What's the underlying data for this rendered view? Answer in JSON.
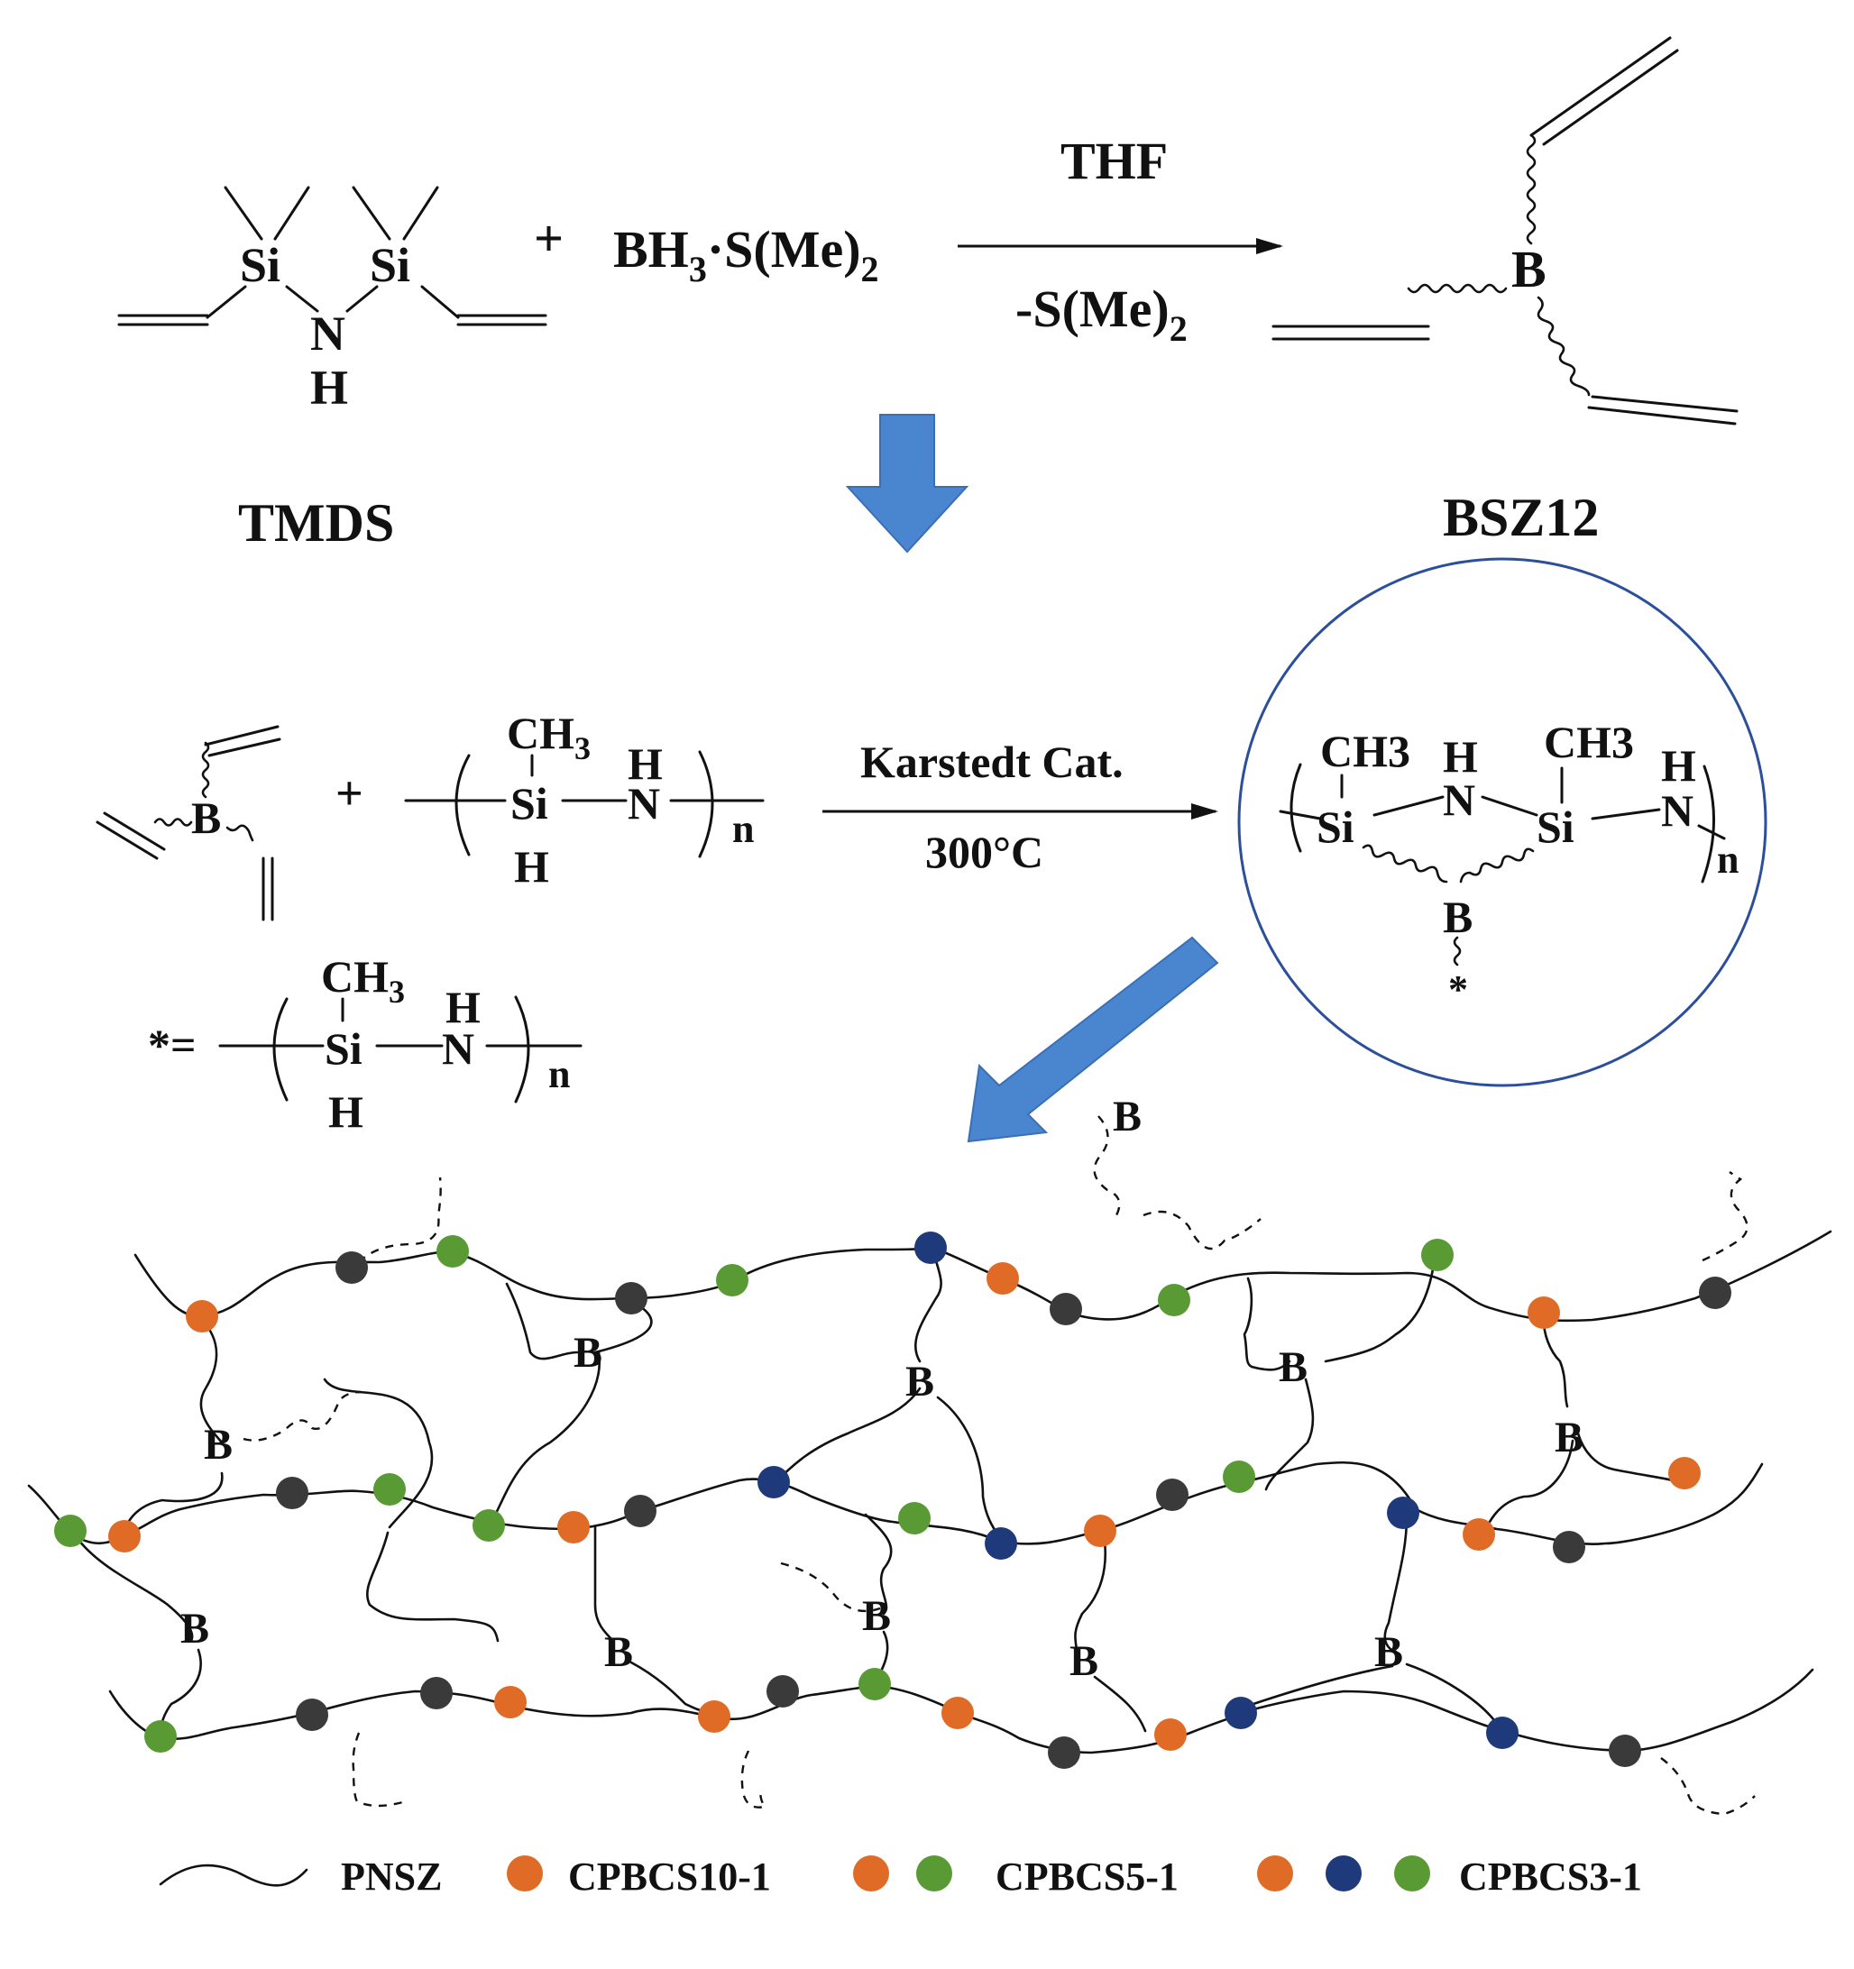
{
  "reaction1": {
    "tmds_atoms": {
      "si": "Si",
      "n": "N",
      "h": "H"
    },
    "reagent_plus": "+",
    "reagent_main": "BH",
    "reagent_sub": "3",
    "reagent_rest": "·S(Me)",
    "reagent_sub2": "2",
    "condition_top": "THF",
    "condition_bottom_main": "-S(Me)",
    "condition_bottom_sub": "2",
    "product_atom": "B",
    "label_left": "TMDS",
    "label_right": "BSZ12"
  },
  "reaction2": {
    "b_atom": "B",
    "plus": "+",
    "poly_ch3": "CH",
    "poly_ch3_sub": "3",
    "poly_si": "Si",
    "poly_h_top": "H",
    "poly_n": "N",
    "poly_h_bottom": "H",
    "poly_n_sub": "n",
    "condition_top": "Karstedt Cat.",
    "condition_bottom": "300°C",
    "star_def": "*=",
    "circle": {
      "ch3_left": "CH3",
      "h_left": "H",
      "n_left": "N",
      "ch3_right": "CH3",
      "h_right": "H",
      "n_right": "N",
      "si": "Si",
      "b": "B",
      "star": "*",
      "sub_n": "n"
    }
  },
  "network": {
    "crosslink_label": "B"
  },
  "legend": {
    "line_label": "PNSZ",
    "item1_label": "CPBCS10-1",
    "item2_label": "CPBCS5-1",
    "item3_label": "CPBCS3-1"
  },
  "colors": {
    "orange": "#e06b26",
    "green": "#5a9a35",
    "blue": "#1f3a7a",
    "dark": "#3a3a3a",
    "arrow_blue": "#4a86d0",
    "circle_blue": "#2b4f9a"
  }
}
